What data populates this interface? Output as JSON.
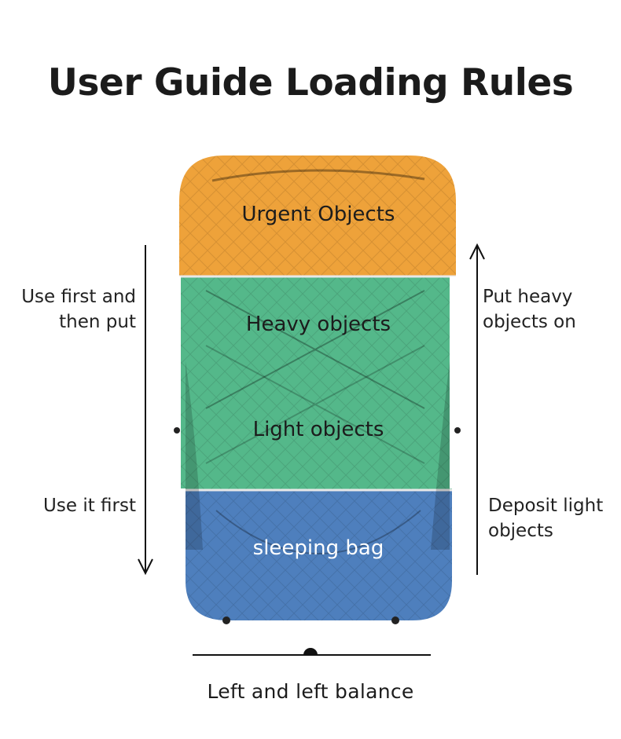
{
  "title": "User Guide Loading Rules",
  "zones": {
    "top": {
      "label": "Urgent Objects",
      "color": "#EEA23A"
    },
    "upper_middle": {
      "label": "Heavy objects",
      "color": "#54B88A"
    },
    "lower_middle": {
      "label": "Light objects",
      "color": "#54B88A"
    },
    "bottom": {
      "label": "sleeping bag",
      "color": "#4E7FBD"
    }
  },
  "left_side": {
    "top_text": "Use first and\nthen put",
    "bottom_text": "Use it first",
    "arrow_direction": "down"
  },
  "right_side": {
    "top_text": "Put heavy\nobjects on",
    "bottom_text": "Deposit light\nobjects",
    "arrow_direction": "up"
  },
  "balance": {
    "label": "Left and left balance"
  }
}
